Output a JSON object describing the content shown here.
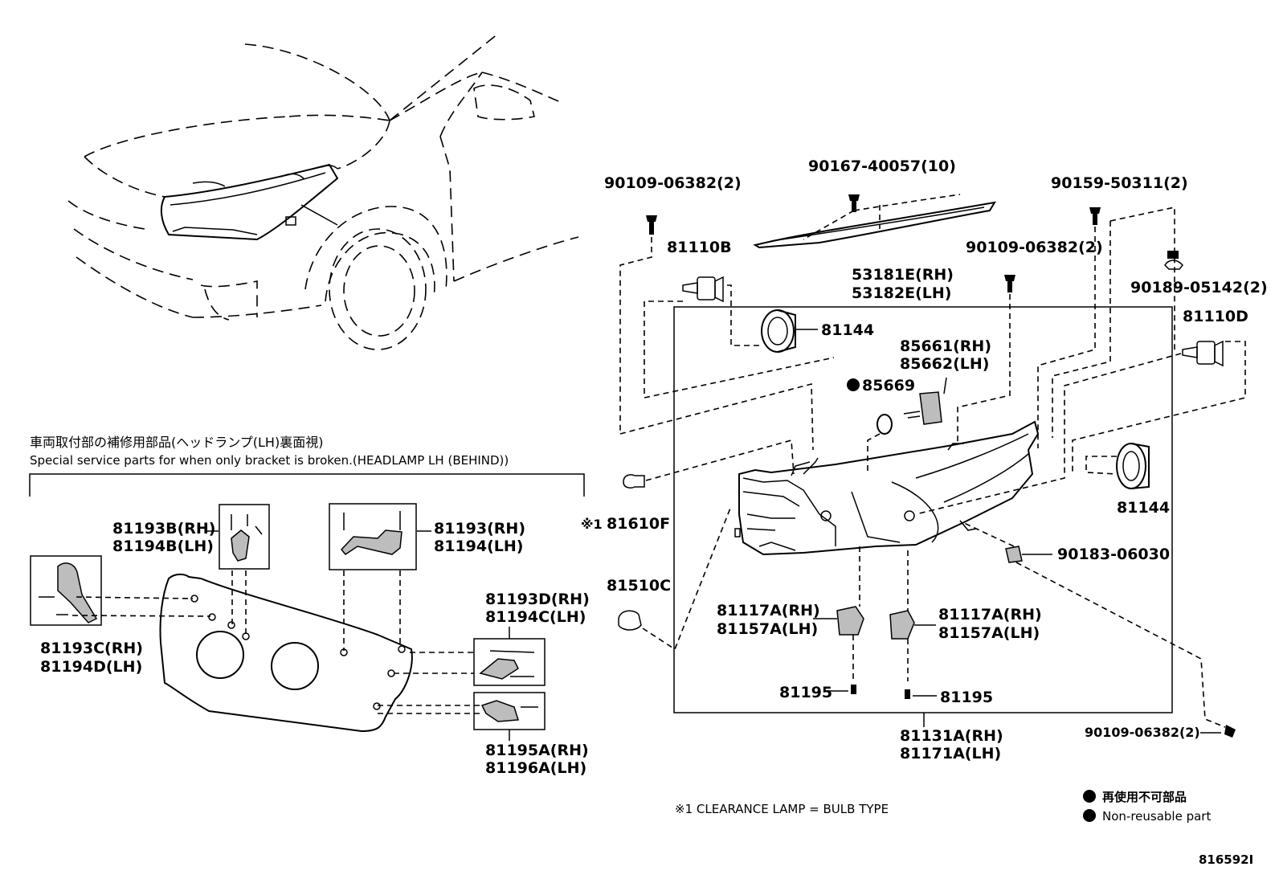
{
  "section": {
    "title_jp": "車両取付部の補修用部品(ヘッドランプ(LH)裏面視)",
    "title_en": "Special service parts for when only bracket is broken.(HEADLAMP LH (BEHIND))"
  },
  "parts": {
    "p90109_tl": "90109-06382(2)",
    "p90167": "90167-40057(10)",
    "p90159": "90159-50311(2)",
    "p81110b": "81110B",
    "p53181e": "53181E(RH)",
    "p53182e": "53182E(LH)",
    "p90109_mid": "90109-06382(2)",
    "p90189": "90189-05142(2)",
    "p81144_top": "81144",
    "p85661": "85661(RH)",
    "p85662": "85662(LH)",
    "p85669": "85669",
    "p81110d": "81110D",
    "p81610f_mark": "※1",
    "p81610f": "81610F",
    "p81144_right": "81144",
    "p90183": "90183-06030",
    "p81510c": "81510C",
    "p81117a_l": "81117A(RH)",
    "p81157a_l": "81157A(LH)",
    "p81117a_r": "81117A(RH)",
    "p81157a_r": "81157A(LH)",
    "p81195_l": "81195",
    "p81195_r": "81195",
    "p81131a": "81131A(RH)",
    "p81171a": "81171A(LH)",
    "p90109_br": "90109-06382(2)",
    "p81193b": "81193B(RH)",
    "p81194b": "81194B(LH)",
    "p81193": "81193(RH)",
    "p81194": "81194(LH)",
    "p81193d": "81193D(RH)",
    "p81194c": "81194C(LH)",
    "p81193c": "81193C(RH)",
    "p81194d": "81194D(LH)",
    "p81195a": "81195A(RH)",
    "p81196a": "81196A(LH)"
  },
  "footnote": "※1 CLEARANCE LAMP = BULB TYPE",
  "legend": {
    "jp": "再使用不可部品",
    "en": "Non-reusable part"
  },
  "figure_id": "816592I"
}
